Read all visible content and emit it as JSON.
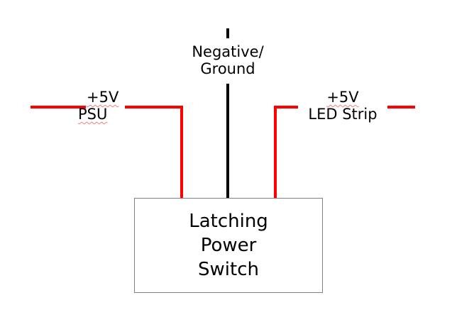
{
  "labels": {
    "ground": [
      "Negative/",
      "Ground"
    ],
    "psu": [
      "+5V",
      "PSU"
    ],
    "led": [
      "+5V",
      "LED Strip"
    ]
  },
  "switch_box": [
    "Latching",
    "Power",
    "Switch"
  ],
  "colors": {
    "positive_wire": "#ff0000",
    "ground_wire": "#000000",
    "box_border": "#808080"
  }
}
